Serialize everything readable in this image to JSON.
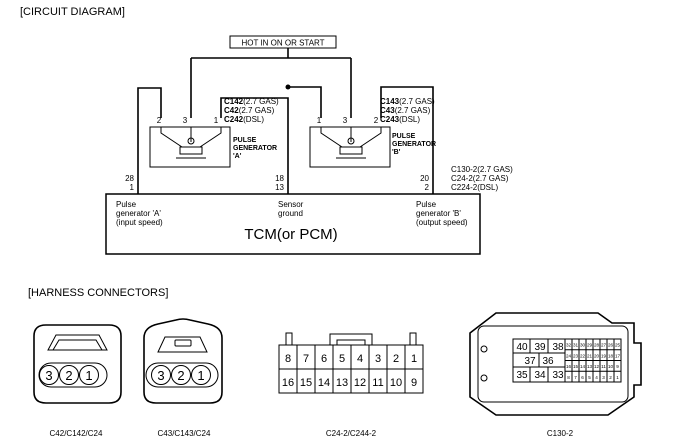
{
  "section_titles": {
    "circuit": "[CIRCUIT DIAGRAM]",
    "harness": "[HARNESS CONNECTORS]"
  },
  "power_label": "HOT IN ON OR START",
  "pulse_gen_a": {
    "label_lines": [
      "PULSE",
      "GENERATOR",
      "'A'"
    ],
    "pins": [
      "2",
      "3",
      "1"
    ],
    "connectors": [
      {
        "code": "C142",
        "note": "(2.7 GAS)"
      },
      {
        "code": "C42",
        "note": "(2.7 GAS)"
      },
      {
        "code": "C242",
        "note": "(DSL)"
      }
    ]
  },
  "pulse_gen_b": {
    "label_lines": [
      "PULSE",
      "GENERATOR",
      "'B'"
    ],
    "pins": [
      "1",
      "3",
      "2"
    ],
    "connectors": [
      {
        "code": "C143",
        "note": "(2.7 GAS)"
      },
      {
        "code": "C43",
        "note": "(2.7 GAS)"
      },
      {
        "code": "C243",
        "note": "(DSL)"
      }
    ]
  },
  "tcm": {
    "title": "TCM(or PCM)",
    "pins_a": [
      "28",
      "1"
    ],
    "pins_ground": [
      "18",
      "13"
    ],
    "pins_b": [
      "20",
      "2"
    ],
    "label_a": [
      "Pulse",
      "generator 'A'",
      "(input speed)"
    ],
    "label_ground": [
      "Sensor",
      "ground"
    ],
    "label_b": [
      "Pulse",
      "generator 'B'",
      "(output speed)"
    ],
    "connector_notes": [
      "C130-2(2.7 GAS)",
      "C24-2(2.7 GAS)",
      "C224-2(DSL)"
    ]
  },
  "harness": {
    "c42_pins": [
      "3",
      "2",
      "1"
    ],
    "c42_caption": "C42/C142/C24",
    "c43_pins": [
      "3",
      "2",
      "1"
    ],
    "c43_caption": "C43/C143/C24",
    "c24_row1": [
      "8",
      "7",
      "6",
      "5",
      "4",
      "3",
      "2",
      "1"
    ],
    "c24_row2": [
      "16",
      "15",
      "14",
      "13",
      "12",
      "11",
      "10",
      "9"
    ],
    "c24_caption": "C24-2/C244-2",
    "c130_row1": [
      "40",
      "39",
      "38"
    ],
    "c130_row2": [
      "37",
      "36"
    ],
    "c130_row3": [
      "35",
      "34",
      "33"
    ],
    "c130_small1": [
      "32",
      "31",
      "30",
      "29",
      "28",
      "27",
      "26",
      "25"
    ],
    "c130_small2": [
      "24",
      "23",
      "22",
      "21",
      "20",
      "19",
      "18",
      "17"
    ],
    "c130_small3": [
      "16",
      "15",
      "14",
      "13",
      "12",
      "11",
      "10",
      "9"
    ],
    "c130_small4": [
      "8",
      "7",
      "6",
      "5",
      "4",
      "3",
      "2",
      "1"
    ],
    "c130_caption": "C130-2"
  }
}
